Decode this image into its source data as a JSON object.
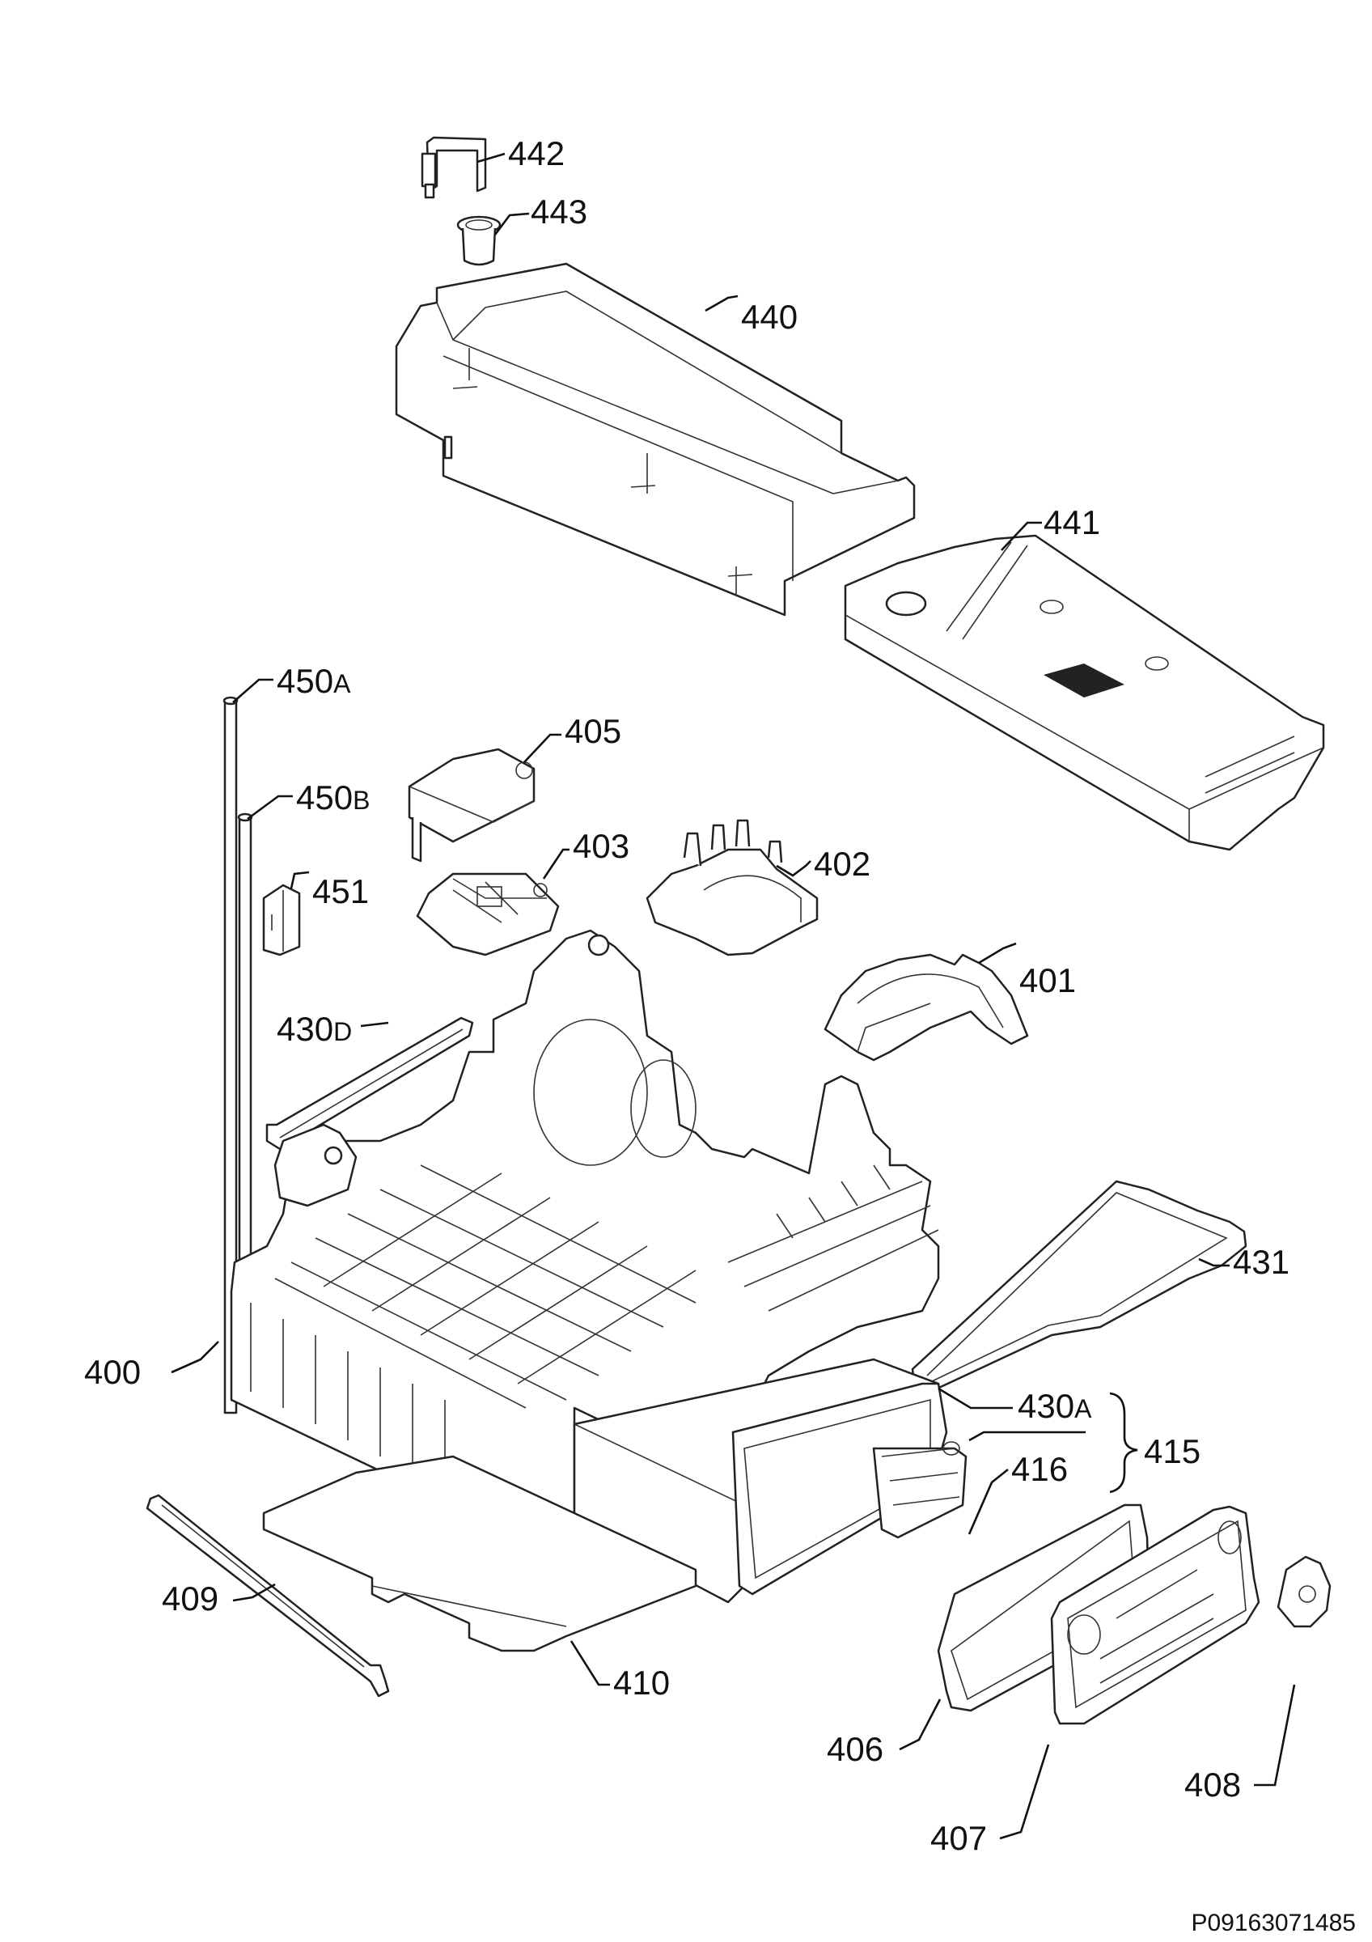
{
  "diagram": {
    "drawing_code": "P09163071485",
    "labels": [
      {
        "key": "l442",
        "num": "442",
        "suffix": ""
      },
      {
        "key": "l443",
        "num": "443",
        "suffix": ""
      },
      {
        "key": "l440",
        "num": "440",
        "suffix": ""
      },
      {
        "key": "l441",
        "num": "441",
        "suffix": ""
      },
      {
        "key": "l450a",
        "num": "450",
        "suffix": "A"
      },
      {
        "key": "l450b",
        "num": "450",
        "suffix": "B"
      },
      {
        "key": "l405",
        "num": "405",
        "suffix": ""
      },
      {
        "key": "l403",
        "num": "403",
        "suffix": ""
      },
      {
        "key": "l402",
        "num": "402",
        "suffix": ""
      },
      {
        "key": "l451",
        "num": "451",
        "suffix": ""
      },
      {
        "key": "l401",
        "num": "401",
        "suffix": ""
      },
      {
        "key": "l430d",
        "num": "430",
        "suffix": "D"
      },
      {
        "key": "l431",
        "num": "431",
        "suffix": ""
      },
      {
        "key": "l400",
        "num": "400",
        "suffix": ""
      },
      {
        "key": "l430a",
        "num": "430",
        "suffix": "A"
      },
      {
        "key": "l415",
        "num": "415",
        "suffix": ""
      },
      {
        "key": "l416",
        "num": "416",
        "suffix": ""
      },
      {
        "key": "l409",
        "num": "409",
        "suffix": ""
      },
      {
        "key": "l410",
        "num": "410",
        "suffix": ""
      },
      {
        "key": "l406",
        "num": "406",
        "suffix": ""
      },
      {
        "key": "l408",
        "num": "408",
        "suffix": ""
      },
      {
        "key": "l407",
        "num": "407",
        "suffix": ""
      }
    ]
  }
}
